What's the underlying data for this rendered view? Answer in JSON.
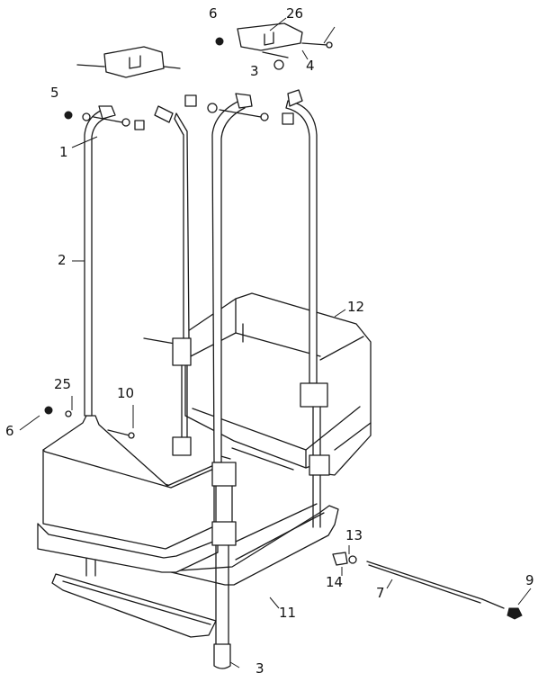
{
  "diagram": {
    "callouts": [
      {
        "id": "c6-top",
        "text": "6"
      },
      {
        "id": "c26",
        "text": "26"
      },
      {
        "id": "c3-top",
        "text": "3"
      },
      {
        "id": "c4",
        "text": "4"
      },
      {
        "id": "c5",
        "text": "5"
      },
      {
        "id": "c1",
        "text": "1"
      },
      {
        "id": "c2",
        "text": "2"
      },
      {
        "id": "c12",
        "text": "12"
      },
      {
        "id": "c25",
        "text": "25"
      },
      {
        "id": "c10",
        "text": "10"
      },
      {
        "id": "c6-left",
        "text": "6"
      },
      {
        "id": "c13",
        "text": "13"
      },
      {
        "id": "c9",
        "text": "9"
      },
      {
        "id": "c14",
        "text": "14"
      },
      {
        "id": "c7",
        "text": "7"
      },
      {
        "id": "c11",
        "text": "11"
      },
      {
        "id": "c3-bottom",
        "text": "3"
      }
    ]
  }
}
